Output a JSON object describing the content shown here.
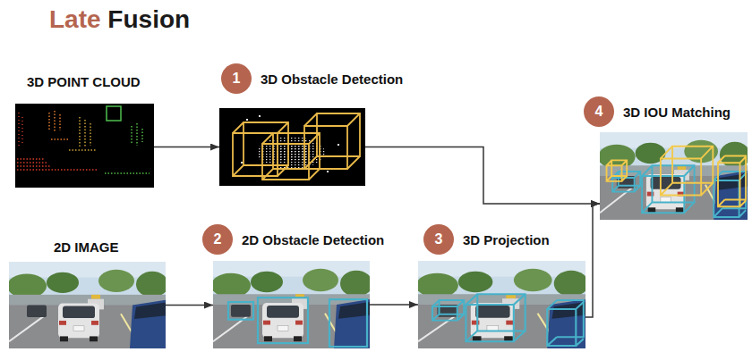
{
  "diagram": {
    "title": "Late Fusion",
    "nodes": [
      {
        "text": [
          "3D POINT CLOUD"
        ]
      },
      {
        "text": [
          "1",
          "3D Obstacle Detection"
        ]
      },
      {
        "text": [
          "2D IMAGE"
        ]
      },
      {
        "text": [
          "2",
          "2D Obstacle Detection"
        ]
      },
      {
        "text": [
          "3",
          "3D Projection"
        ]
      },
      {
        "text": [
          "4",
          "3D IOU Matching"
        ]
      }
    ],
    "edges": [
      {
        "from": 0,
        "to": 1,
        "arrow": "to"
      },
      {
        "from": 1,
        "to": 5,
        "arrow": "to"
      },
      {
        "from": 2,
        "to": 3,
        "arrow": "to"
      },
      {
        "from": 3,
        "to": 4,
        "arrow": "to"
      },
      {
        "from": 4,
        "to": 5,
        "arrow": "to"
      }
    ]
  }
}
